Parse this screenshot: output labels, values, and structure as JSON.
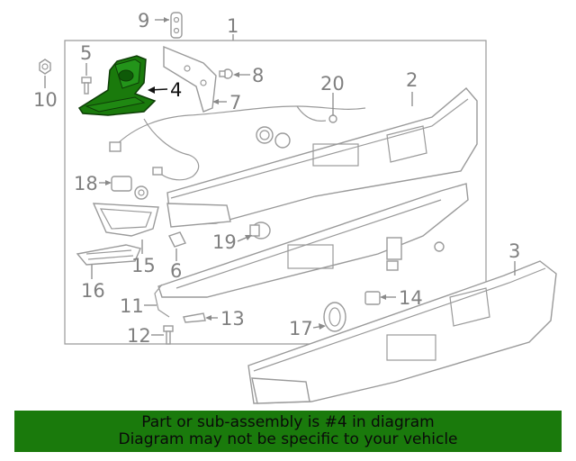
{
  "callouts": {
    "c1": "1",
    "c2": "2",
    "c3": "3",
    "c4": "4",
    "c5": "5",
    "c6": "6",
    "c7": "7",
    "c8": "8",
    "c9": "9",
    "c10": "10",
    "c11": "11",
    "c12": "12",
    "c13": "13",
    "c14": "14",
    "c15": "15",
    "c16": "16",
    "c17": "17",
    "c18": "18",
    "c19": "19",
    "c20": "20"
  },
  "highlight_color": "#1a7a0c",
  "banner": {
    "line1": "Part or sub-assembly is #4 in diagram",
    "line2": "Diagram may not be specific to your vehicle"
  }
}
